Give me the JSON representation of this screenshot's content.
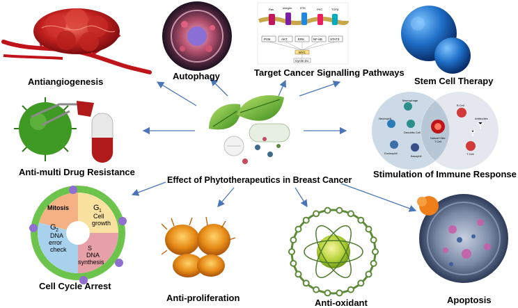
{
  "center": {
    "label": "Effect of Phytotherapeutics in Breast Cancer"
  },
  "effects": [
    {
      "id": "antiangiogenesis",
      "label": "Antiangiogenesis"
    },
    {
      "id": "autophagy",
      "label": "Autophagy"
    },
    {
      "id": "signalling",
      "label": "Target Cancer Signalling Pathways"
    },
    {
      "id": "stemcell",
      "label": "Stem Cell Therapy"
    },
    {
      "id": "mdr",
      "label": "Anti-multi Drug Resistance"
    },
    {
      "id": "immune",
      "label": "Stimulation of Immune Response"
    },
    {
      "id": "cellcycle",
      "label": "Cell Cycle Arrest"
    },
    {
      "id": "antiproliferation",
      "label": "Anti-proliferation"
    },
    {
      "id": "antioxidant",
      "label": "Anti-oxidant"
    },
    {
      "id": "apoptosis",
      "label": "Apoptosis"
    }
  ],
  "cell_cycle": {
    "mitosis": "Mitosis",
    "g1": [
      "G",
      "1",
      "Cell",
      "growth"
    ],
    "s": [
      "S",
      "DNA",
      "synthesis"
    ],
    "g2": [
      "G",
      "2",
      "DNA",
      "error",
      "check"
    ]
  },
  "immune_cells": {
    "macrophage": "Macrophage",
    "neutrophil": "Neutrophil",
    "dendritic": "Dendritic Cell",
    "nk": [
      "Natural Killer",
      "T Cell"
    ],
    "eosinophil": "Eosinophil",
    "basophil": "Basophil",
    "bcell": "B Cell",
    "antibodies": "Antibodies",
    "tcell": "T Cell"
  },
  "pathway": {
    "labels": [
      "Ras",
      "Integrin",
      "RTK",
      "PKC",
      "TGFβ"
    ],
    "row": [
      "PI3K",
      "AKT",
      "ERK",
      "NF-kB",
      "STAT3"
    ],
    "mid": "MYC",
    "bottom": "Cyclin D1"
  },
  "colors": {
    "arrow": "#4a76b8",
    "vessel": "#c0141b",
    "virus": "#3f9a24",
    "ring": "#74c94a",
    "stem": "#1f6fc8",
    "capsule": "#b01a1a",
    "mitosis": "#f4b183",
    "g1": "#f9e2a0",
    "s": "#e6a0a8",
    "g2": "#a8d1ee"
  }
}
